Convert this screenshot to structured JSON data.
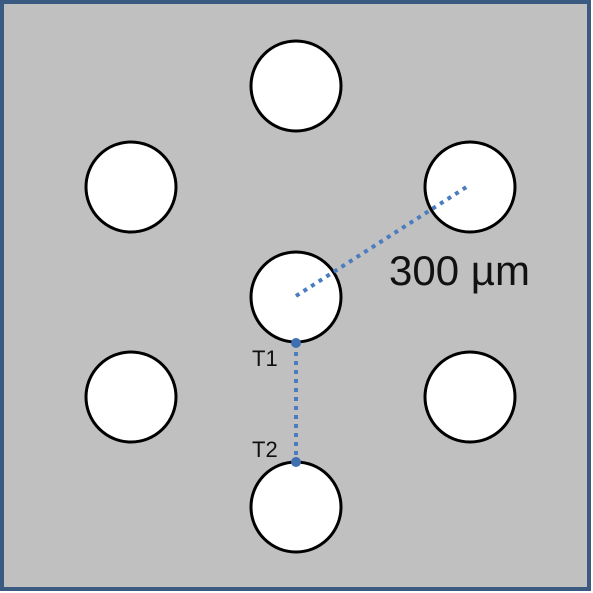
{
  "diagram": {
    "scale_label": "300 µm",
    "points": [
      {
        "label": "T1"
      },
      {
        "label": "T2"
      }
    ]
  },
  "colors": {
    "panel_fill": "#c0c0c0",
    "panel_border": "#3b5a82",
    "hole_fill": "#ffffff",
    "hole_stroke": "#000000",
    "measure_line": "#4a7cc0"
  }
}
